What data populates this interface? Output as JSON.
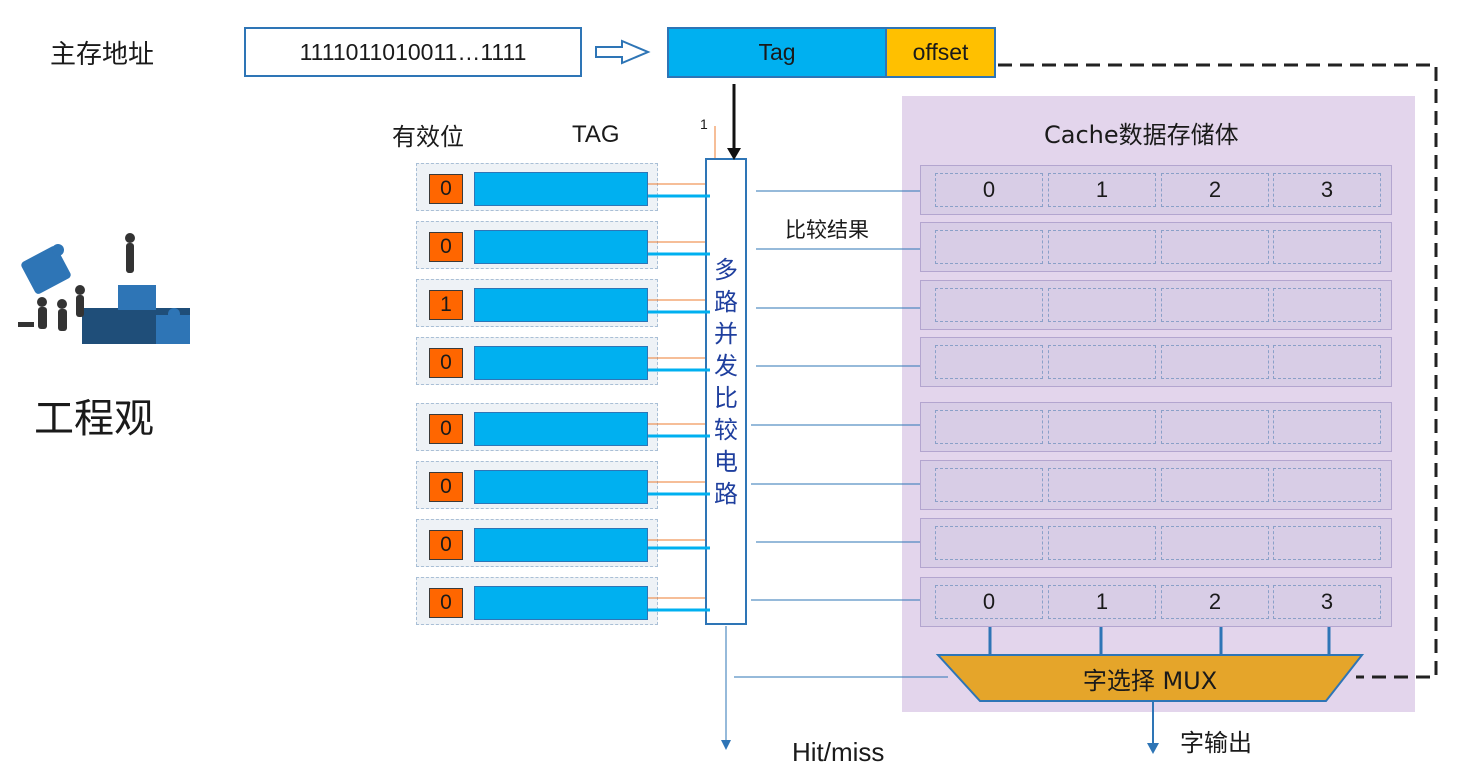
{
  "header": {
    "address_label": "主存地址",
    "address_value": "1111011010011…1111",
    "tag_field": "Tag",
    "offset_field": "offset"
  },
  "left_panel": {
    "title": "工程观",
    "icon": "puzzle-teamwork-icon"
  },
  "tag_array": {
    "valid_header": "有效位",
    "tag_header": "TAG",
    "input_marker": "1",
    "valid_bits": [
      "0",
      "0",
      "1",
      "0",
      "0",
      "0",
      "0",
      "0"
    ]
  },
  "comparator": {
    "chars": [
      "多",
      "路",
      "并",
      "发",
      "比",
      "较",
      "电",
      "路"
    ],
    "result_label": "比较结果",
    "output_label": "Hit/miss"
  },
  "cache": {
    "title": "Cache数据存储体",
    "first_row": [
      "0",
      "1",
      "2",
      "3"
    ],
    "last_row": [
      "0",
      "1",
      "2",
      "3"
    ]
  },
  "mux": {
    "label": "字选择 MUX",
    "output_label": "字输出"
  },
  "colors": {
    "tag_blue": "#00b0f0",
    "offset_yellow": "#ffc000",
    "valid_orange": "#ff6600",
    "cache_bg": "#e3d5ec",
    "mux_gold": "#e5a52a",
    "line_blue": "#2e75b6"
  }
}
